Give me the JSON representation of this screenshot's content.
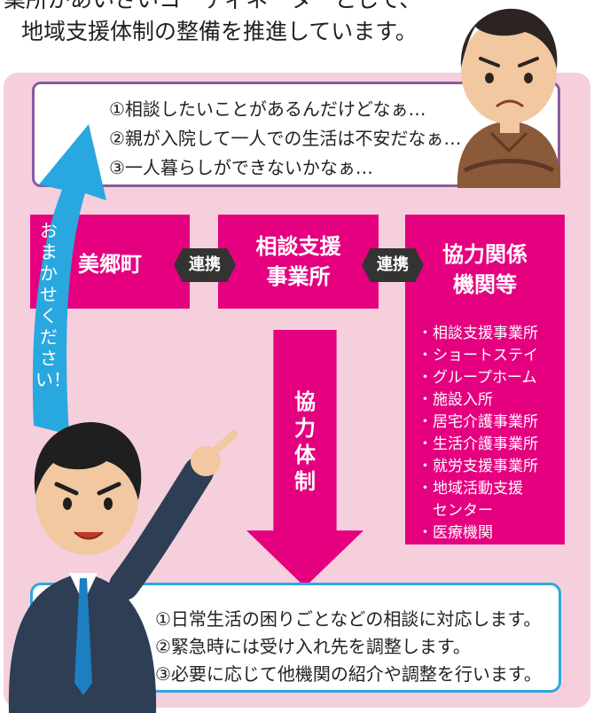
{
  "intro": {
    "line1": "業所があいさいコーディネーターとして、",
    "line2": "地域支援体制の整備を推進しています。"
  },
  "worry": {
    "lines": [
      "①相談したいことがあるんだけどなぁ…",
      "②親が入院して一人での生活は不安だなぁ…",
      "③一人暮らしができないかなぁ…"
    ]
  },
  "boxes": {
    "town": "美郷町",
    "office_line1": "相談支援",
    "office_line2": "事業所",
    "agency_line1": "協力関係",
    "agency_line2": "機関等"
  },
  "links": {
    "left": "連携",
    "right": "連携"
  },
  "agencies": [
    "・相談支援事業所",
    "・ショートステイ",
    "・グループホーム",
    "・施設入所",
    "・居宅介護事業所",
    "・生活介護事業所",
    "・就労支援事業所",
    "・地域活動支援",
    "　センター",
    "・医療機関"
  ],
  "cooperation": "協力体制",
  "callout": "おまかせください！",
  "responses": {
    "lines": [
      "①日常生活の困りごとなどの相談に対応します。",
      "②緊急時には受け入れ先を調整します。",
      "③必要に応じて他機関の紹介や調整を行います。"
    ]
  },
  "colors": {
    "magenta": "#e5007f",
    "panel": "#f5cfdc",
    "purple_border": "#8a5b9f",
    "blue_border": "#2ea7e0",
    "blue_arrow": "#29a8e0"
  }
}
